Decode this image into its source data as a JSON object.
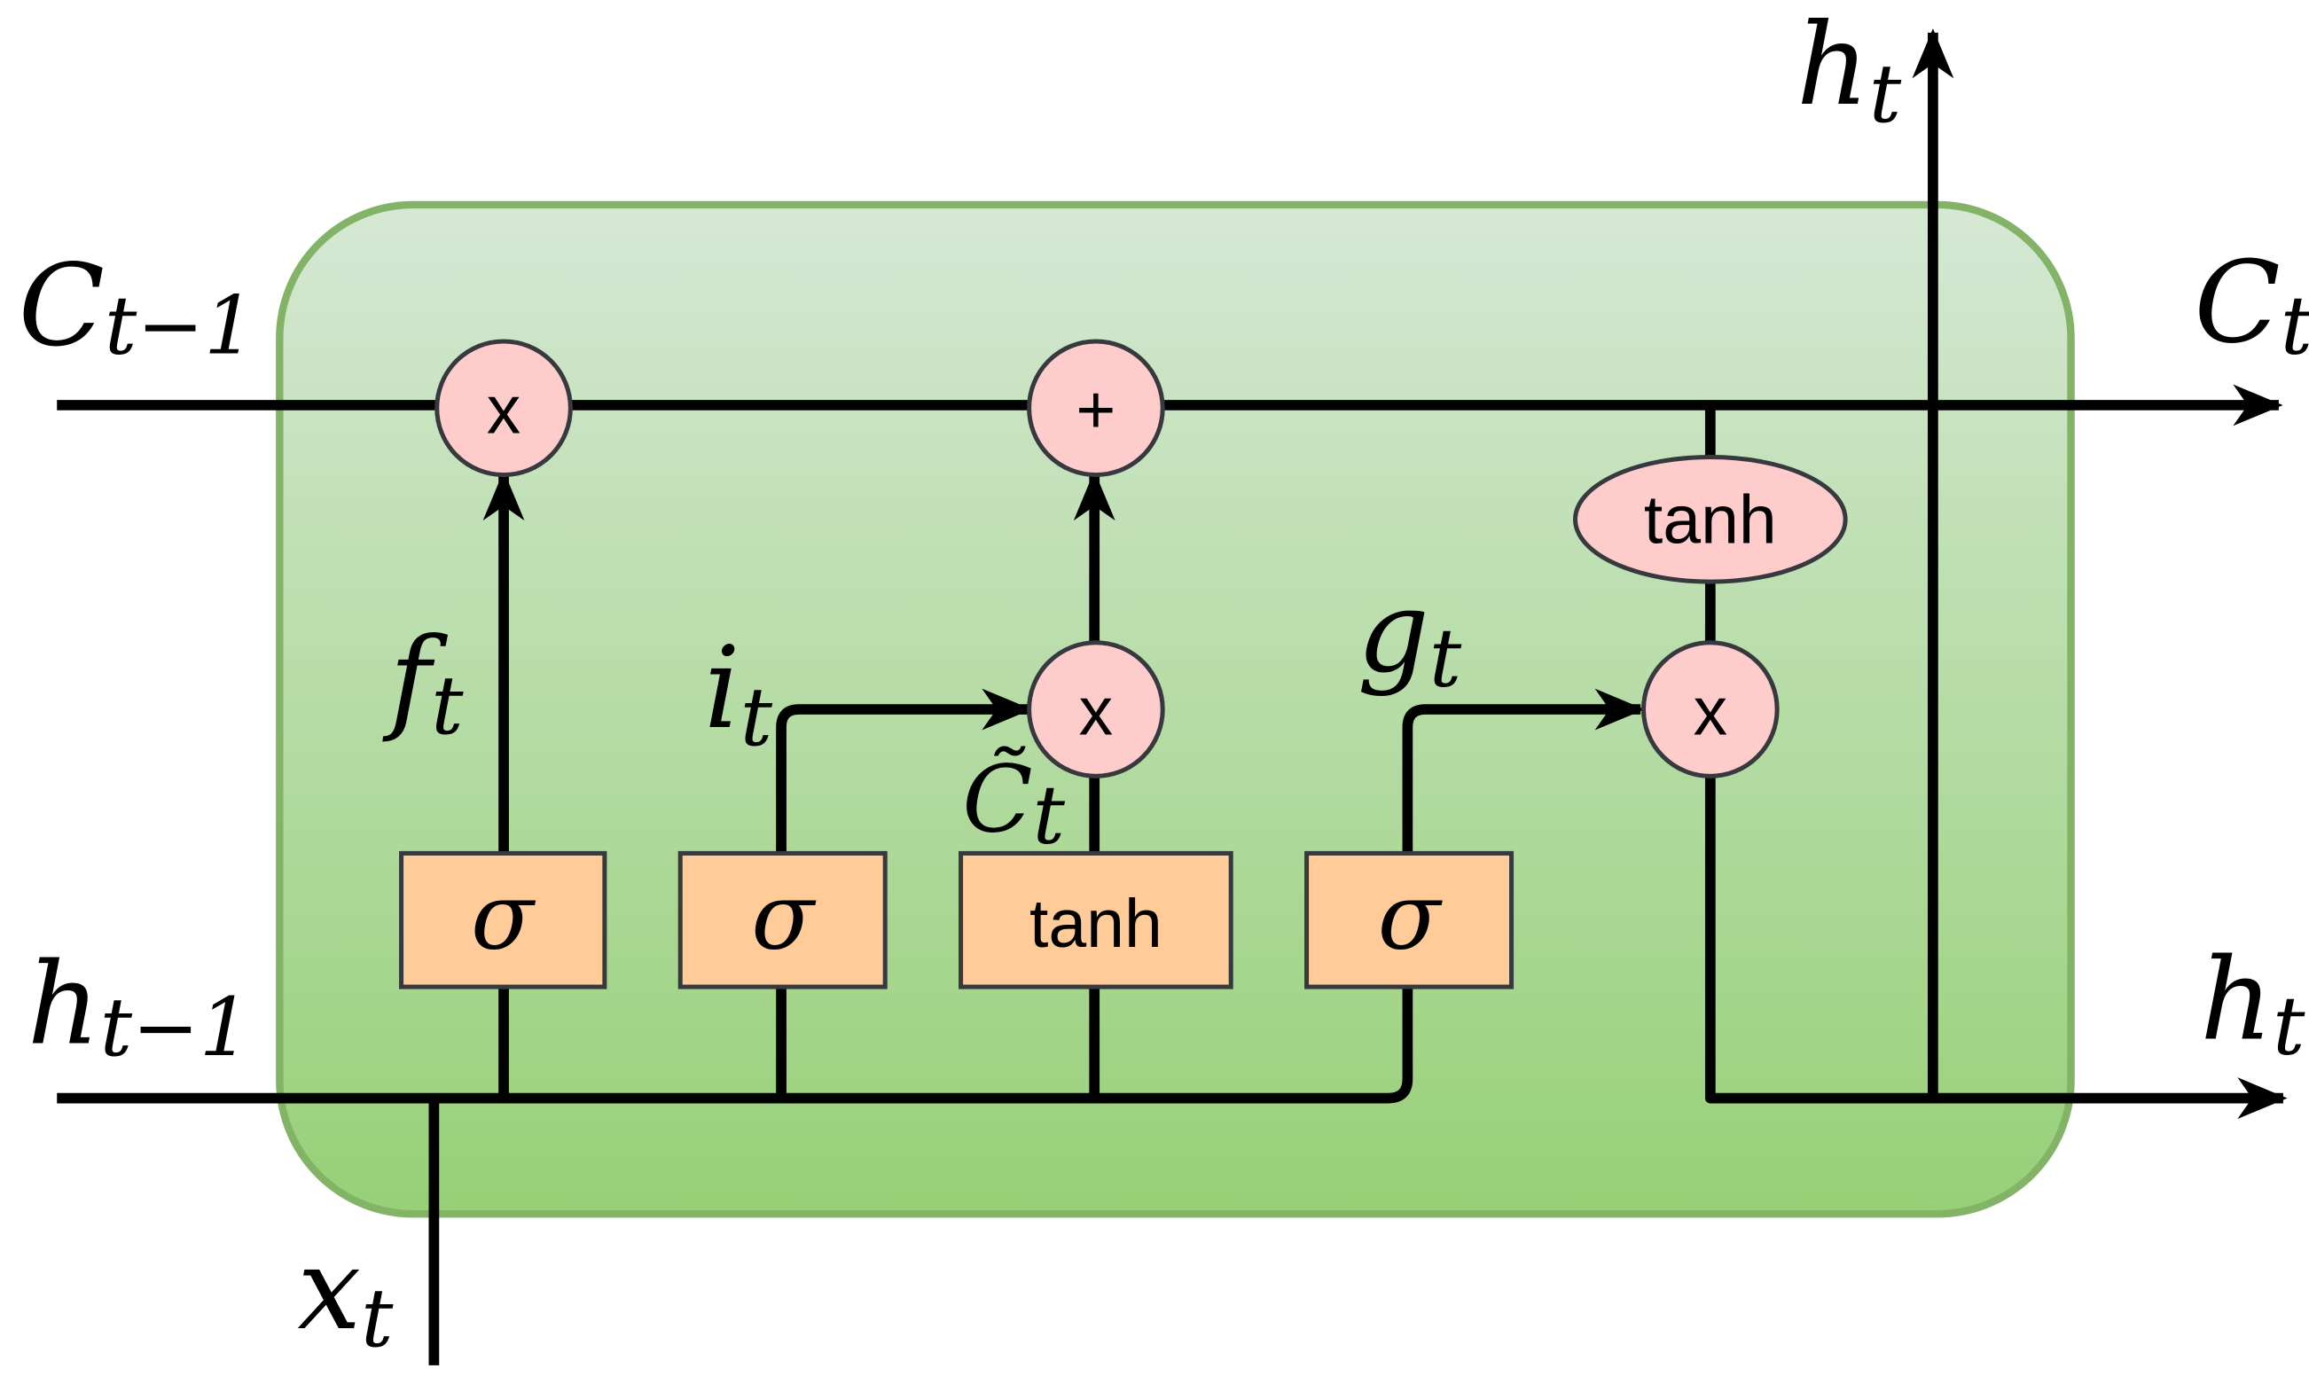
{
  "colors": {
    "cell_fill_top": "#d5e8d4",
    "cell_fill_bottom": "#97d077",
    "cell_border": "#82b366",
    "gate_fill": "#ffcc99",
    "gate_border": "#36393d",
    "op_fill": "#ffcccc",
    "op_border": "#36393d",
    "wire": "#000000"
  },
  "labels": {
    "c_prev": {
      "base": "C",
      "sub": "t−1"
    },
    "c_next": {
      "base": "C",
      "sub": "t"
    },
    "h_prev": {
      "base": "h",
      "sub": "t−1"
    },
    "h_out_right": {
      "base": "h",
      "sub": "t"
    },
    "h_out_top": {
      "base": "h",
      "sub": "t"
    },
    "x_in": {
      "base": "x",
      "sub": "t"
    },
    "forget": {
      "base": "f",
      "sub": "t"
    },
    "input": {
      "base": "i",
      "sub": "t"
    },
    "candidate": {
      "base": "C̃",
      "sub": "t"
    },
    "output": {
      "base": "g",
      "sub": "t"
    }
  },
  "gates": {
    "forget_sigma": "σ",
    "input_sigma": "σ",
    "candidate_tanh": "tanh",
    "output_sigma": "σ"
  },
  "ops": {
    "forget_multiply": "x",
    "cell_add": "+",
    "input_multiply": "x",
    "output_multiply": "x",
    "cell_tanh": "tanh"
  }
}
